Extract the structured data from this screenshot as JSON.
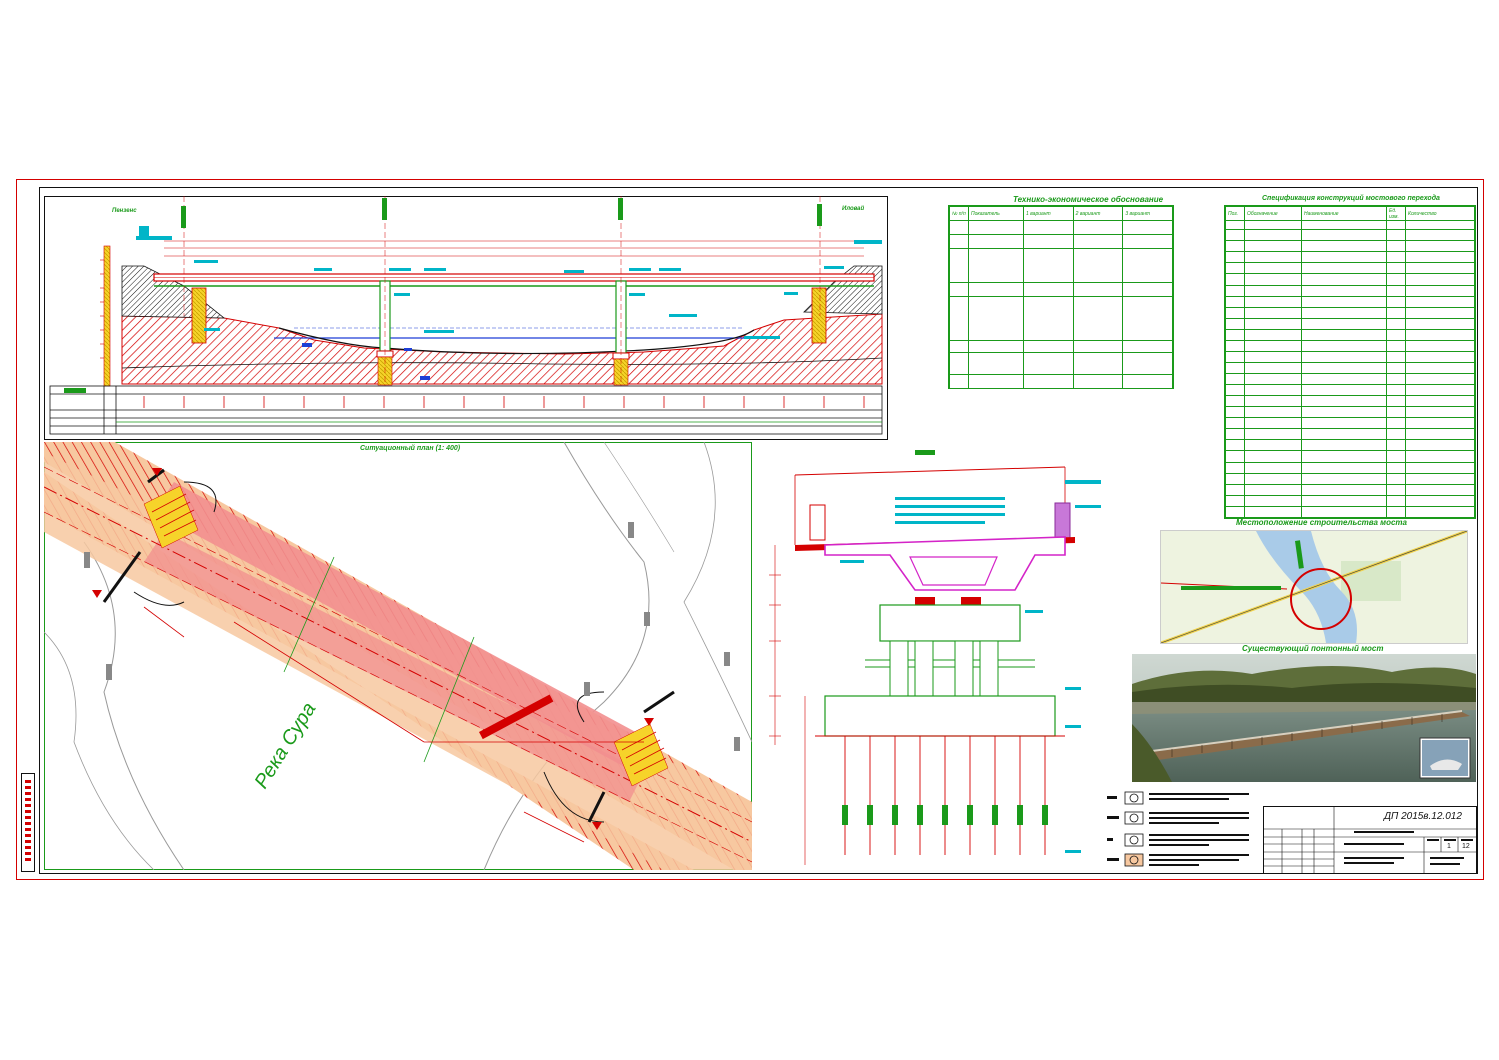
{
  "titles": {
    "profile_left": "Пензенс",
    "profile_right": "Иловай",
    "plan_title": "Ситуационный план (1: 400)",
    "river_name": "Река Сура",
    "tech_table_title": "Технико-экономическое обоснование",
    "materials_table_title": "Спецификация конструкций мостового перехода",
    "location_title": "Местоположение строительства моста",
    "photo_title": "Существующий понтонный мост"
  },
  "tech_table": {
    "headers": [
      "№ п/п",
      "Показатель",
      "1 вариант",
      "2 вариант",
      "3 вариант"
    ]
  },
  "materials_table": {
    "headers": [
      "Поз.",
      "Обозначение",
      "Наименование",
      "Ед. изм.",
      "Количество"
    ]
  },
  "stamp": {
    "doc_number": "ДП 2015в.12.012",
    "sheet": "1",
    "sheets": "12"
  },
  "colors": {
    "frame": "#d40000",
    "accent_green": "#1a9a1a",
    "plan_road": "#f7c8a0",
    "plan_bridge": "#f28f8f"
  }
}
